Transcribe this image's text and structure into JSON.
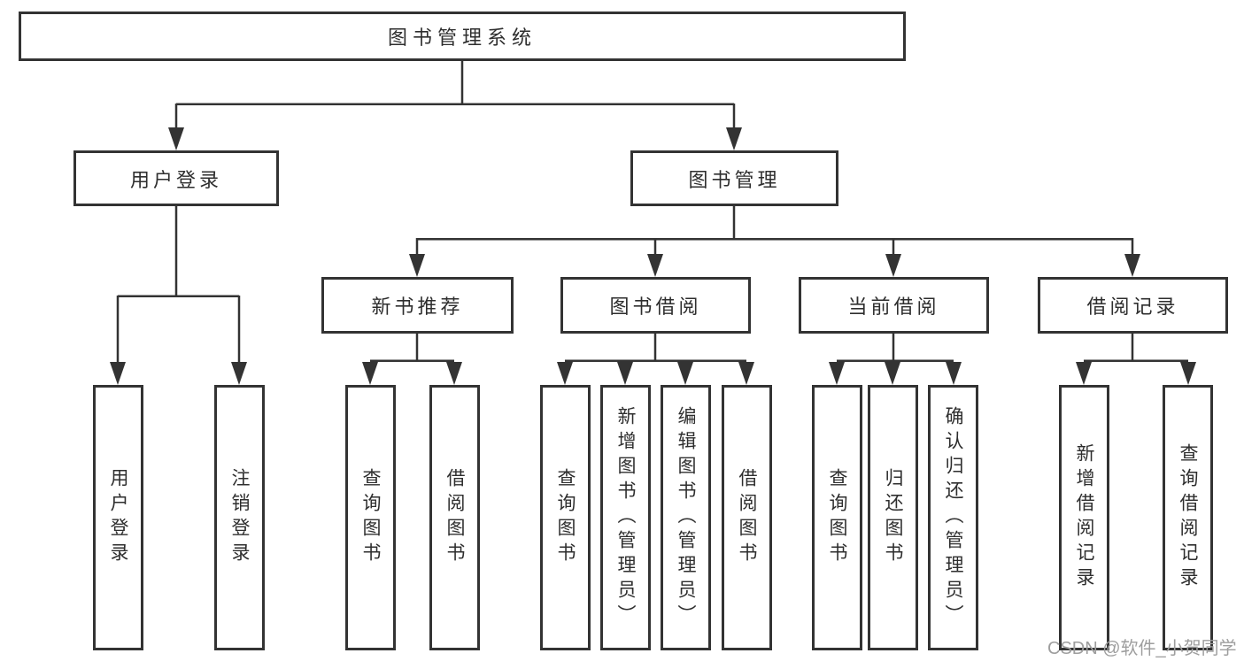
{
  "diagram": {
    "title": "图书管理系统",
    "branches": [
      {
        "label": "用户登录",
        "children": [
          {
            "label": "用户登录"
          },
          {
            "label": "注销登录"
          }
        ]
      },
      {
        "label": "图书管理",
        "children": [
          {
            "label": "新书推荐",
            "children": [
              {
                "label": "查询图书"
              },
              {
                "label": "借阅图书"
              }
            ]
          },
          {
            "label": "图书借阅",
            "children": [
              {
                "label": "查询图书"
              },
              {
                "label": "新增图书（管理员）"
              },
              {
                "label": "编辑图书（管理员）"
              },
              {
                "label": "借阅图书"
              }
            ]
          },
          {
            "label": "当前借阅",
            "children": [
              {
                "label": "查询图书"
              },
              {
                "label": "归还图书"
              },
              {
                "label": "确认归还（管理员）"
              }
            ]
          },
          {
            "label": "借阅记录",
            "children": [
              {
                "label": "新增借阅记录"
              },
              {
                "label": "查询借阅记录"
              }
            ]
          }
        ]
      }
    ]
  },
  "watermark": {
    "text": "CSDN @软件_小贺同学"
  },
  "colors": {
    "line": "#333333",
    "box_border": "#333333",
    "text": "#2e2e2e",
    "watermark": "#9e9e9e",
    "background": "#ffffff"
  }
}
